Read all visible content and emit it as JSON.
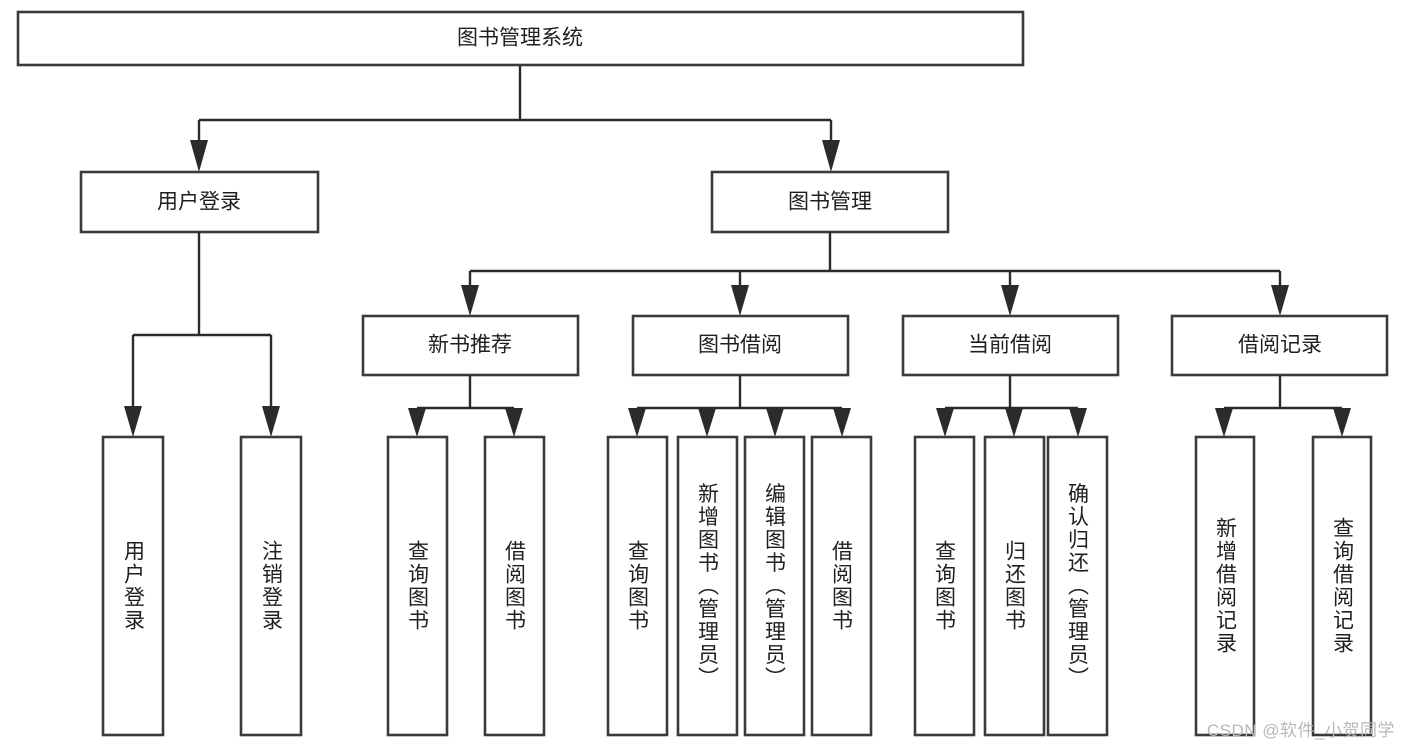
{
  "diagram": {
    "type": "hierarchy-tree",
    "title": "图书管理系统",
    "watermark": "CSDN @软件_小贺同学",
    "colors": {
      "box_stroke": "#3a3a3a",
      "connector": "#2b2b2b",
      "background": "#ffffff",
      "text": "#1f1f1f",
      "watermark": "#b9b9b9"
    },
    "root": {
      "label": "图书管理系统"
    },
    "level2": [
      {
        "label": "用户登录"
      },
      {
        "label": "图书管理"
      }
    ],
    "level3": [
      {
        "label": "新书推荐"
      },
      {
        "label": "图书借阅"
      },
      {
        "label": "当前借阅"
      },
      {
        "label": "借阅记录"
      }
    ],
    "leaves": {
      "user_login": [
        {
          "label": "用户登录"
        },
        {
          "label": "注销登录"
        }
      ],
      "new_book_recommend": [
        {
          "label": "查询图书"
        },
        {
          "label": "借阅图书"
        }
      ],
      "book_borrow": [
        {
          "label": "查询图书"
        },
        {
          "label": "新增图书（管理员）"
        },
        {
          "label": "编辑图书（管理员）"
        },
        {
          "label": "借阅图书"
        }
      ],
      "current_borrow": [
        {
          "label": "查询图书"
        },
        {
          "label": "归还图书"
        },
        {
          "label": "确认归还（管理员）"
        }
      ],
      "borrow_record": [
        {
          "label": "新增借阅记录"
        },
        {
          "label": "查询借阅记录"
        }
      ]
    }
  }
}
